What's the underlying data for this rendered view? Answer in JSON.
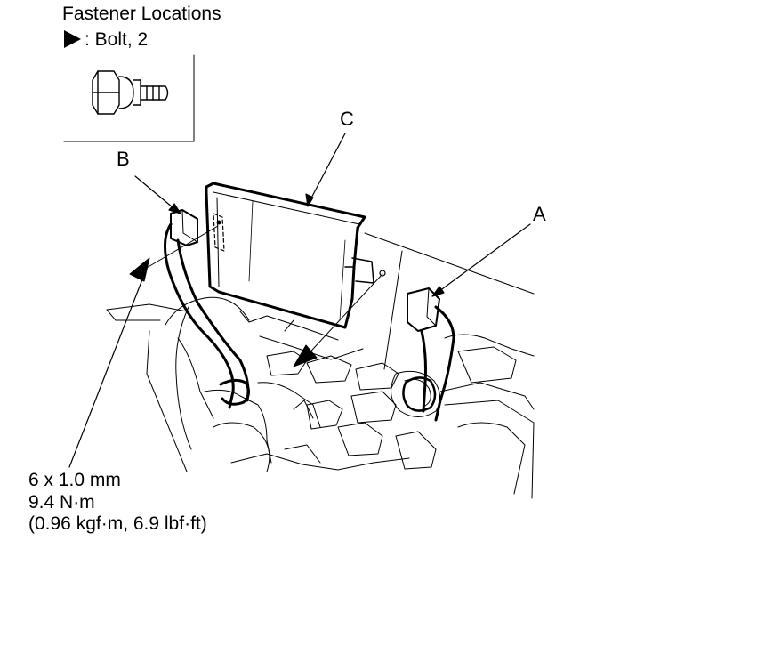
{
  "fastener_box": {
    "title": "Fastener Locations",
    "legend_text": ": Bolt, 2",
    "legend_symbol": "filled-triangle-arrow"
  },
  "callouts": {
    "a": "A",
    "b": "B",
    "c": "C"
  },
  "spec": {
    "line1": "6 x 1.0 mm",
    "line2": "9.4 N·m",
    "line3": "(0.96 kgf·m, 6.9 lbf·ft)"
  }
}
